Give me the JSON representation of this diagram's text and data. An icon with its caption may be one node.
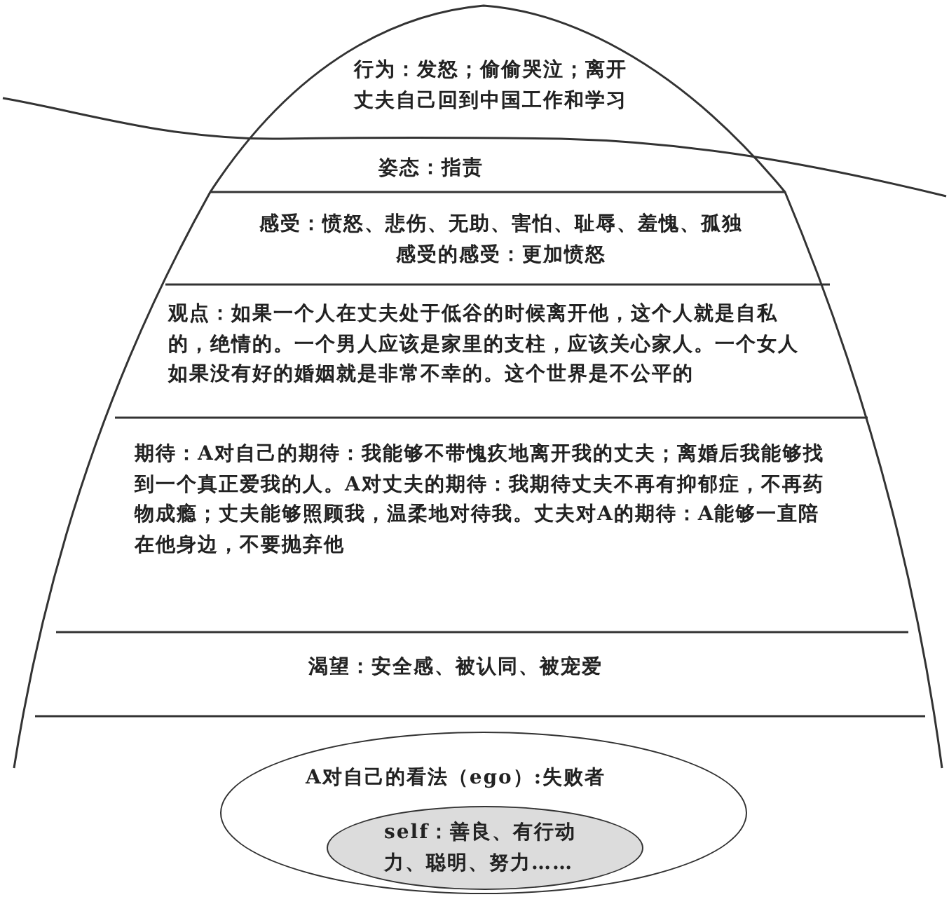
{
  "diagram": {
    "nodes": [
      {
        "text": [
          "行为：发怒；偷偷哭泣；离开丈夫自己回到中国工作和学习"
        ]
      },
      {
        "text": [
          "姿态：指责"
        ]
      },
      {
        "text": [
          "感受：愤怒、悲伤、无助、害怕、耻辱、羞愧、孤独",
          "感受的感受：更加愤怒"
        ]
      },
      {
        "text": [
          "观点：如果一个人在丈夫处于低谷的时候离开他，这个人就是自私的，绝情的。一个男人应该是家里的支柱，应该关心家人。一个女人如果没有好的婚姻就是非常不幸的。这个世界是不公平的"
        ]
      },
      {
        "text": [
          "期待：A对自己的期待：我能够不带愧疚地离开我的丈夫；离婚后我能够找到一个真正爱我的人。A对丈夫的期待：我期待丈夫不再有抑郁症，不再药物成瘾；丈夫能够照顾我，温柔地对待我。丈夫对A的期待：A能够一直陪在他身边，不要抛弃他"
        ]
      },
      {
        "text": [
          "渴望：安全感、被认同、被宠爱"
        ]
      },
      {
        "text": [
          "A对自己的看法（ego）:失败者"
        ]
      },
      {
        "text": [
          "self：善良、有行动力、聪明、努力……"
        ],
        "in": 6
      }
    ]
  }
}
